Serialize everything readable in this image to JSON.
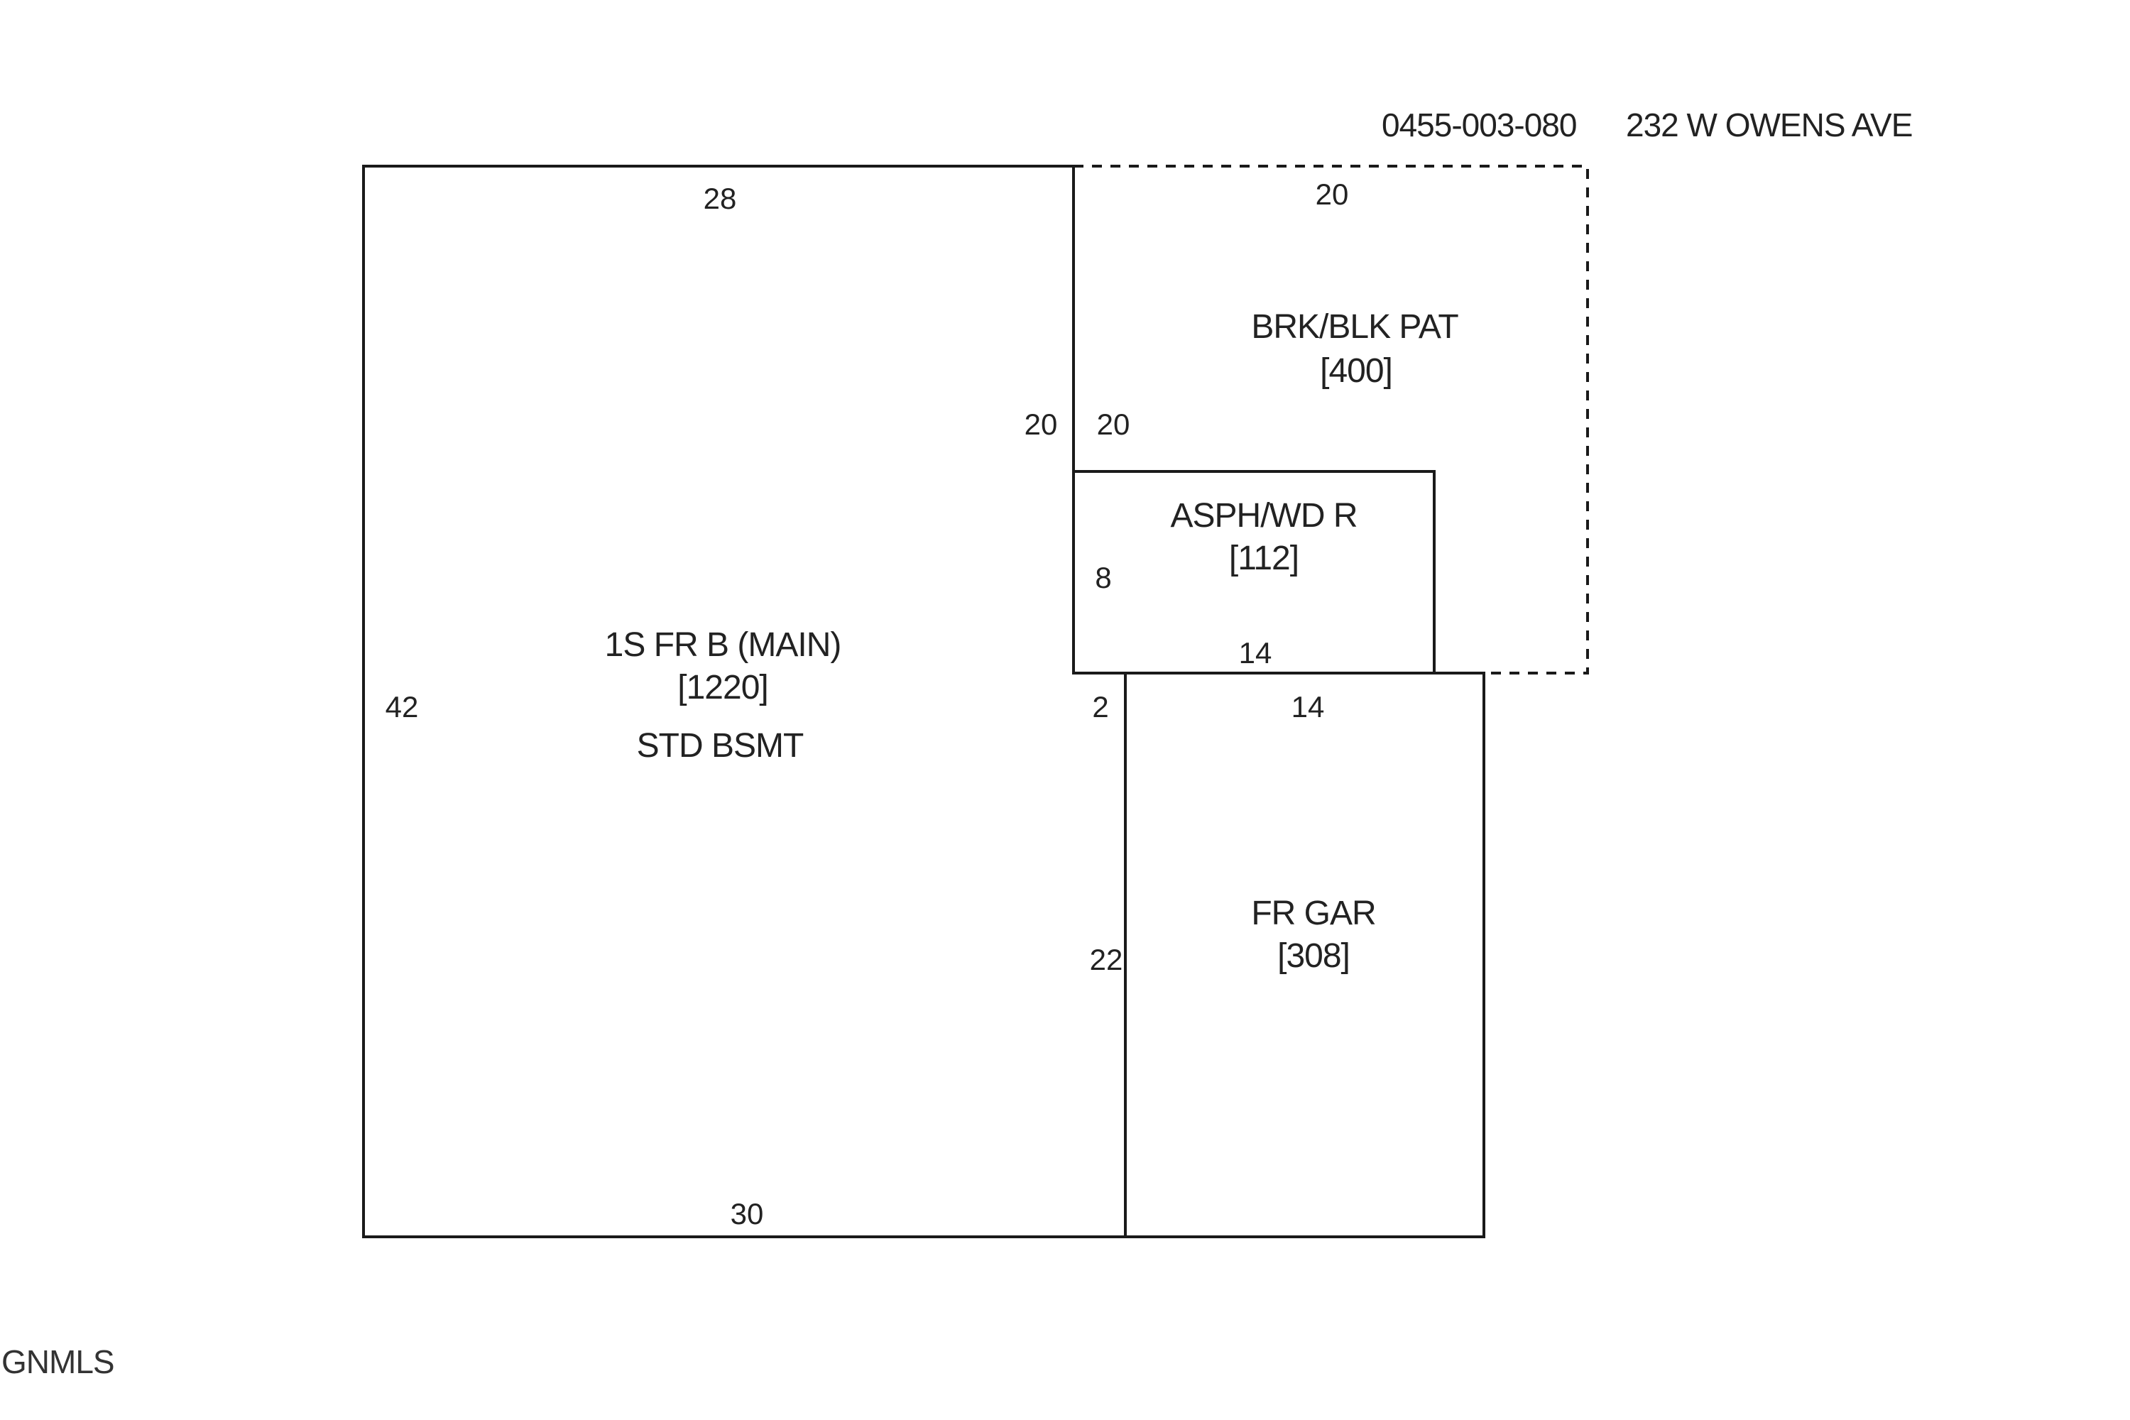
{
  "header": {
    "parcel_id": "0455-003-080",
    "address": "232 W OWENS AVE"
  },
  "watermark": "GNMLS",
  "areas": {
    "main": {
      "label": "1S FR B (MAIN)",
      "area": "[1220]",
      "note": "STD BSMT"
    },
    "patio": {
      "label": "BRK/BLK PAT",
      "area": "[400]"
    },
    "roof": {
      "label": "ASPH/WD R",
      "area": "[112]"
    },
    "garage": {
      "label": "FR GAR",
      "area": "[308]"
    }
  },
  "dimensions": {
    "main_top": "28",
    "main_bottom": "30",
    "main_left": "42",
    "main_right_upper": "20",
    "patio_top": "20",
    "patio_left": "20",
    "roof_left": "8",
    "roof_bottom": "14",
    "step_offset": "2",
    "garage_top": "14",
    "garage_left": "22"
  },
  "colors": {
    "line": "#1a1a1a",
    "text": "#222222",
    "background": "#ffffff"
  }
}
